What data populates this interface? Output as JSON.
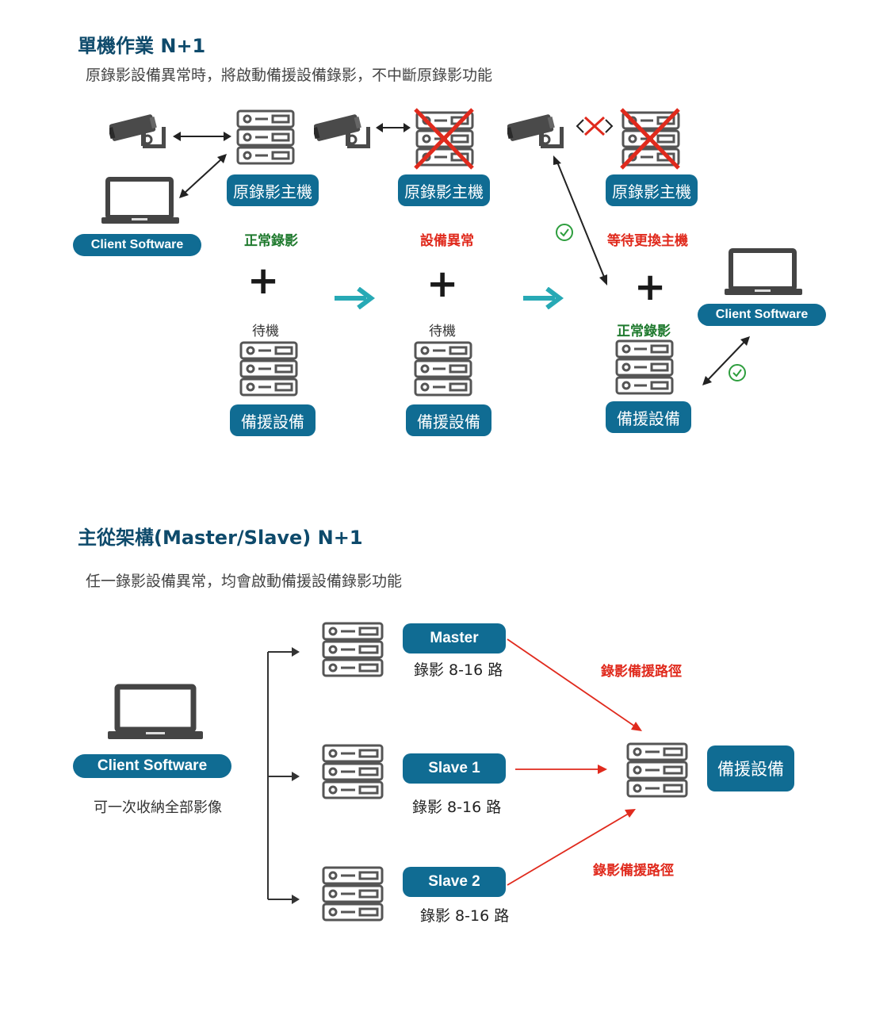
{
  "section1": {
    "title": "單機作業 N+1",
    "subtitle": "原錄影設備異常時，將啟動備援設備錄影，不中斷原錄影功能",
    "original_host_label": "原錄影主機",
    "backup_label": "備援設備",
    "client_label": "Client Software",
    "stage1": {
      "status": "正常錄影",
      "standby": "待機"
    },
    "stage2": {
      "status": "設備異常",
      "standby": "待機"
    },
    "stage3": {
      "status": "等待更換主機",
      "backup_status": "正常錄影"
    },
    "colors": {
      "pill": "#106c93",
      "arrow_teal": "#27a9b5",
      "red": "#e02a1d",
      "green": "#1f7a2e"
    }
  },
  "section2": {
    "title": "主從架構(Master/Slave) N+1",
    "subtitle": "任一錄影設備異常，均會啟動備援設備錄影功能",
    "client_label": "Client Software",
    "client_note": "可一次收納全部影像",
    "master": {
      "label": "Master",
      "record": "錄影 8-16 路"
    },
    "slave1": {
      "label": "Slave 1",
      "record": "錄影 8-16 路"
    },
    "slave2": {
      "label": "Slave 2",
      "record": "錄影 8-16 路"
    },
    "path_label_top": "錄影備援路徑",
    "path_label_bottom": "錄影備援路徑",
    "backup_label": "備援設備"
  }
}
